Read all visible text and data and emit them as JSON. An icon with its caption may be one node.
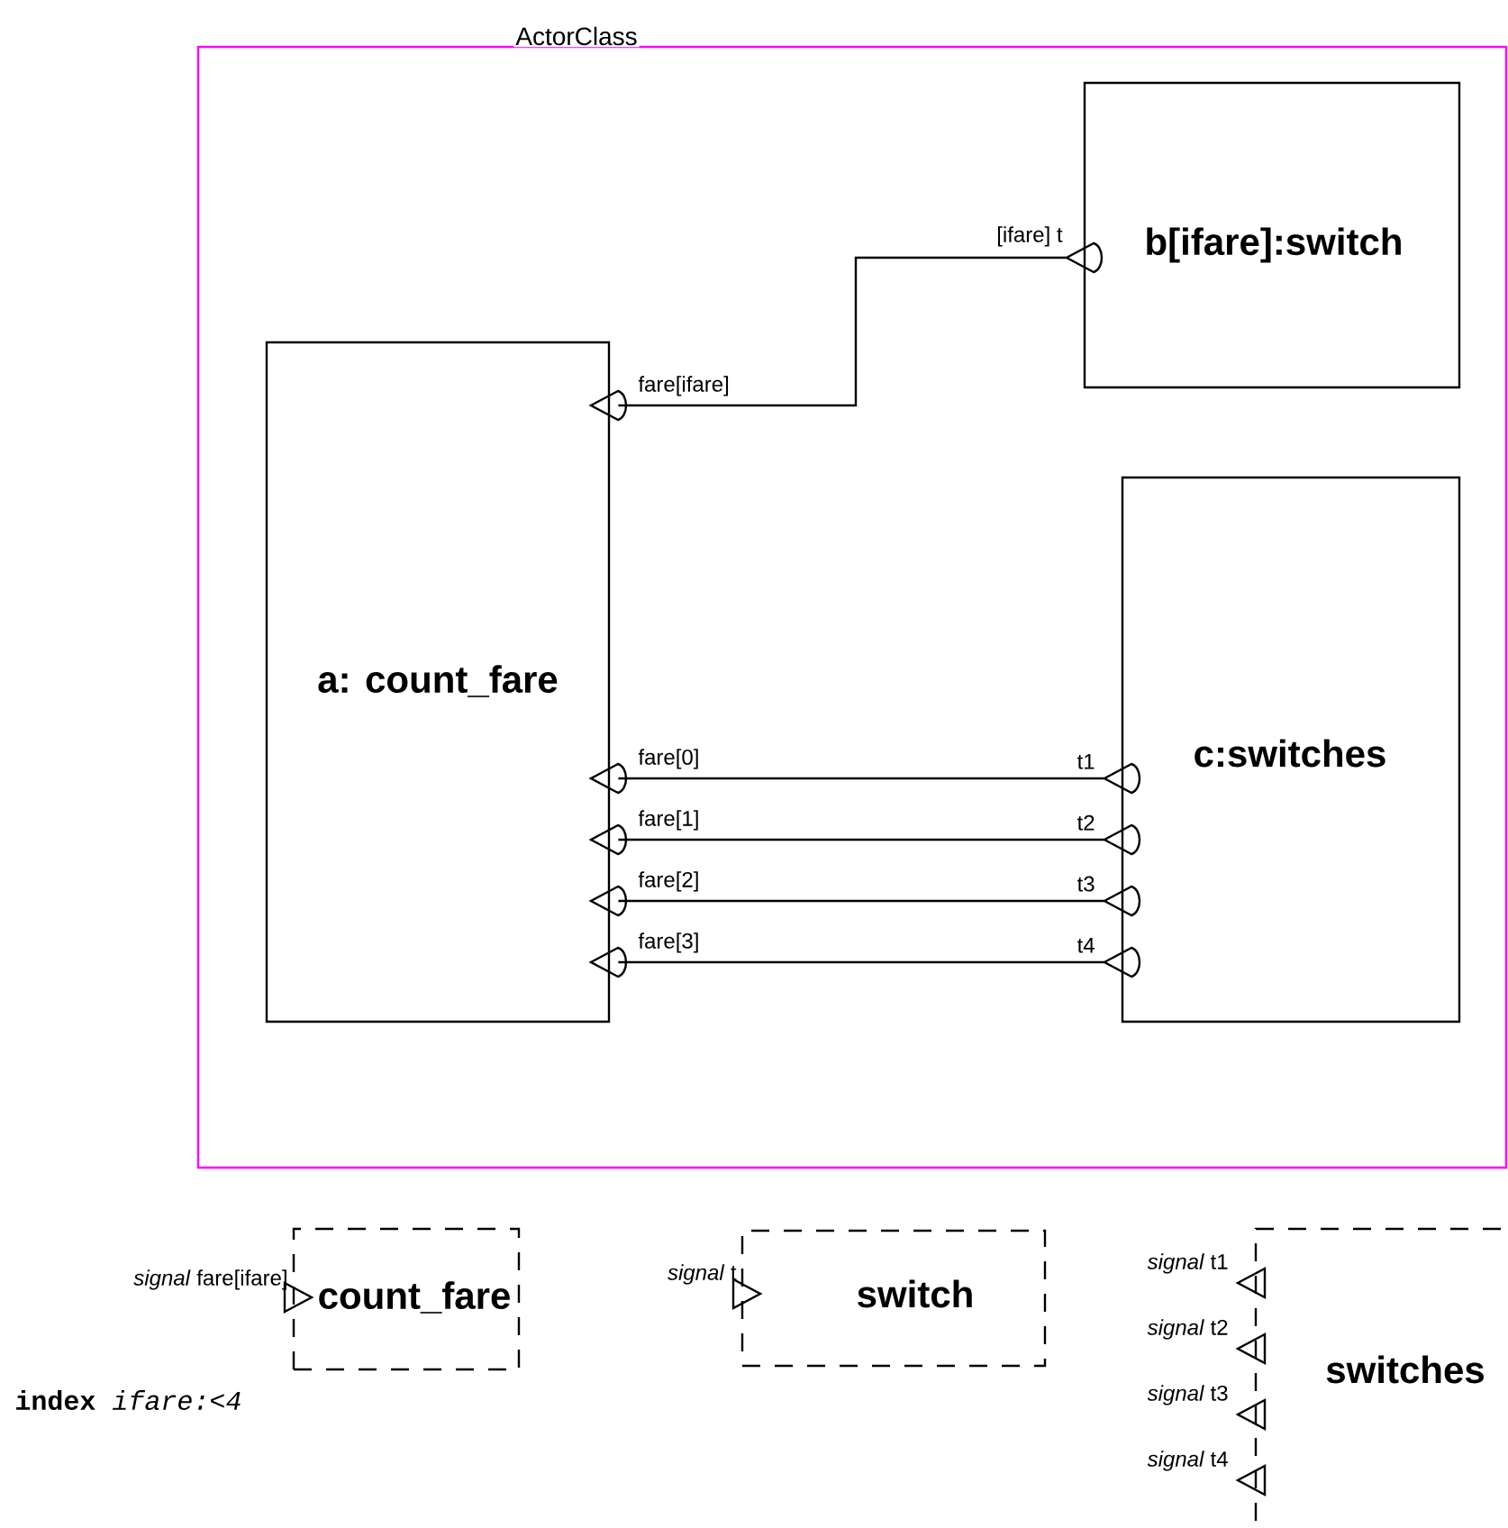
{
  "diagram": {
    "nodes": [
      {
        "text": [
          "ActorClass"
        ]
      },
      {
        "text": [
          "b[ifare]:switch"
        ],
        "in": 0
      },
      {
        "text": [
          "a: count_fare"
        ],
        "in": 0
      },
      {
        "text": [
          "c:switches"
        ],
        "in": 0
      },
      {
        "text": [],
        "shape": "triangle",
        "beside": [
          "[ifare] t"
        ],
        "in": 0
      },
      {
        "text": [],
        "shape": "triangle",
        "beside": [
          "fare[ifare]"
        ],
        "in": 0
      },
      {
        "text": [],
        "shape": "triangle",
        "beside": [
          "fare[0]"
        ],
        "in": 0
      },
      {
        "text": [],
        "shape": "triangle",
        "beside": [
          "fare[1]"
        ],
        "in": 0
      },
      {
        "text": [],
        "shape": "triangle",
        "beside": [
          "fare[2]"
        ],
        "in": 0
      },
      {
        "text": [],
        "shape": "triangle",
        "beside": [
          "fare[3]"
        ],
        "in": 0
      },
      {
        "text": [],
        "shape": "triangle",
        "beside": [
          "t1"
        ],
        "in": 0
      },
      {
        "text": [],
        "shape": "triangle",
        "beside": [
          "t2"
        ],
        "in": 0
      },
      {
        "text": [],
        "shape": "triangle",
        "beside": [
          "t3"
        ],
        "in": 0
      },
      {
        "text": [],
        "shape": "triangle",
        "beside": [
          "t4"
        ],
        "in": 0
      },
      {
        "text": [
          "count_fare"
        ]
      },
      {
        "text": [],
        "shape": "triangle",
        "beside": [
          "*signal* fare[ifare]"
        ]
      },
      {
        "text": [
          "switch"
        ]
      },
      {
        "text": [],
        "shape": "triangle",
        "beside": [
          "*signal* t"
        ]
      },
      {
        "text": [
          "switches"
        ]
      },
      {
        "text": [],
        "shape": "triangle",
        "beside": [
          "*signal* t1"
        ]
      },
      {
        "text": [],
        "shape": "triangle",
        "beside": [
          "*signal* t2"
        ]
      },
      {
        "text": [],
        "shape": "triangle",
        "beside": [
          "*signal* t3"
        ]
      },
      {
        "text": [],
        "shape": "triangle",
        "beside": [
          "*signal* t4"
        ]
      }
    ],
    "edges": [
      {
        "from": 4,
        "to": 5,
        "arrow": "none"
      },
      {
        "from": 6,
        "to": 10,
        "arrow": "none"
      },
      {
        "from": 7,
        "to": 11,
        "arrow": "none"
      },
      {
        "from": 8,
        "to": 12,
        "arrow": "none"
      },
      {
        "from": 9,
        "to": 13,
        "arrow": "none"
      }
    ],
    "labels": [
      "**index** *ifare:<4*"
    ]
  }
}
